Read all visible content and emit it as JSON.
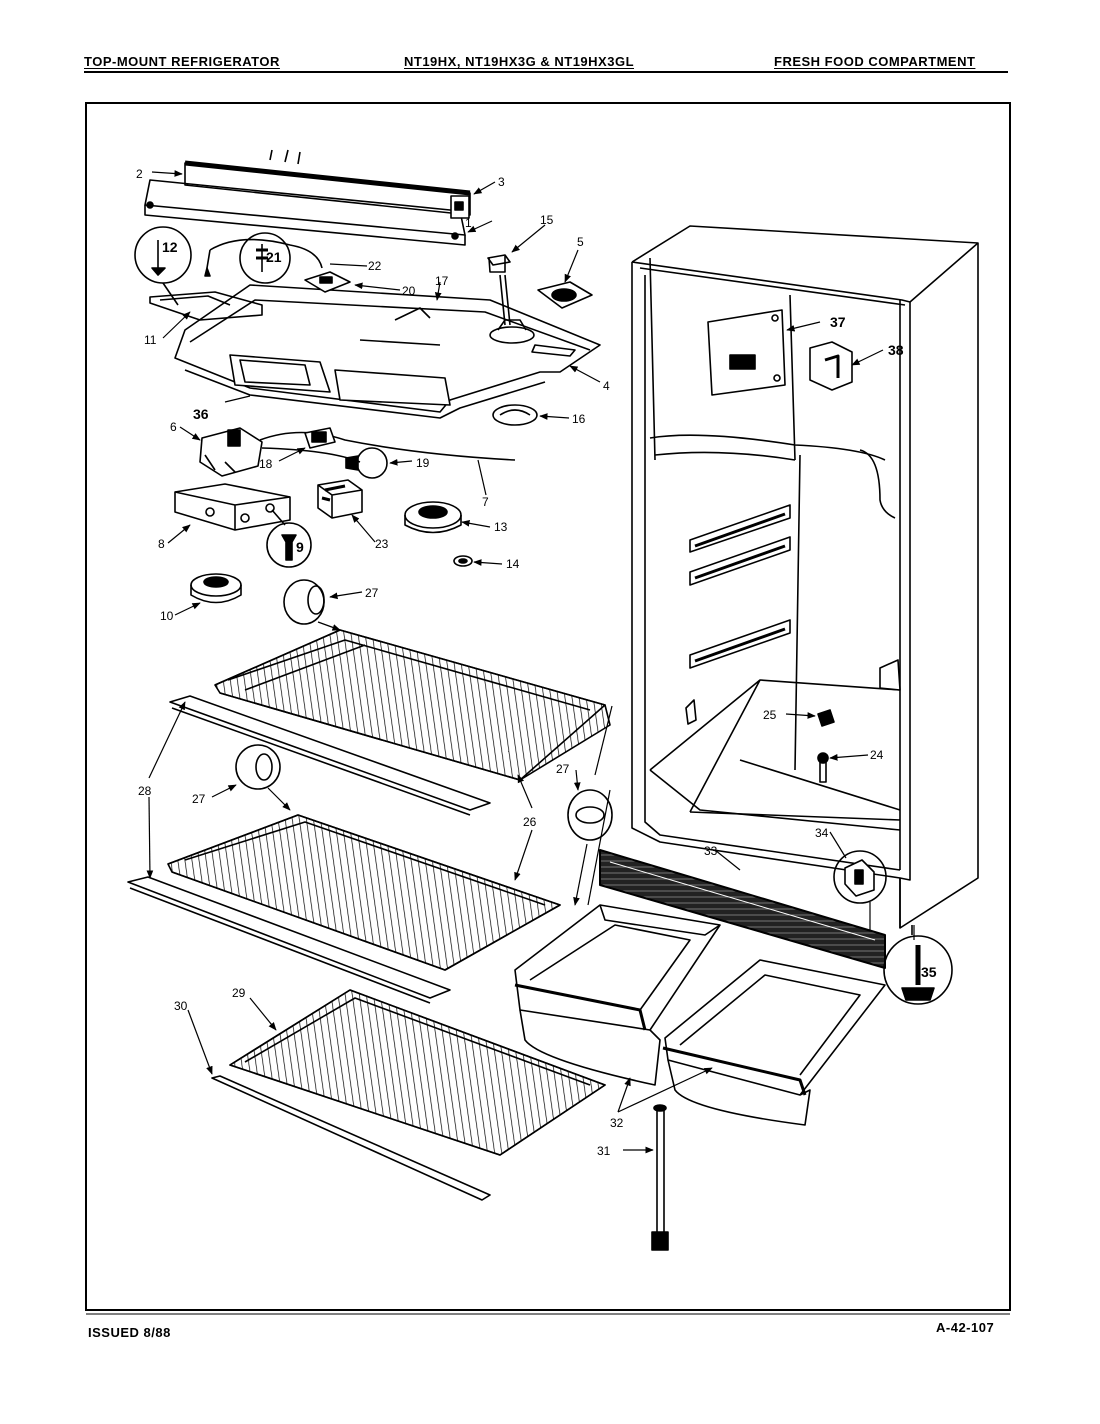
{
  "header": {
    "left": "TOP-MOUNT REFRIGERATOR",
    "center": "NT19HX, NT19HX3G & NT19HX3GL",
    "right": "FRESH FOOD COMPARTMENT"
  },
  "footer": {
    "issued": "ISSUED 8/88",
    "code": "A-42-107"
  },
  "callouts": [
    "1",
    "2",
    "3",
    "4",
    "5",
    "6",
    "7",
    "8",
    "9",
    "10",
    "11",
    "12",
    "13",
    "14",
    "15",
    "16",
    "17",
    "18",
    "19",
    "20",
    "21",
    "22",
    "23",
    "24",
    "25",
    "26",
    "27",
    "28",
    "29",
    "30",
    "31",
    "32",
    "33",
    "34",
    "35",
    "36",
    "37",
    "38"
  ]
}
